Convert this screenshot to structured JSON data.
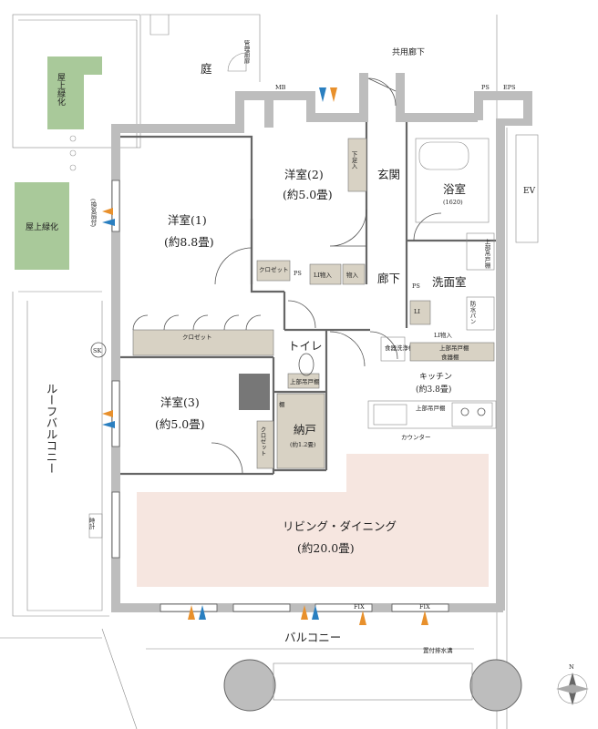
{
  "labels": {
    "rooftop_green_1": "屋上緑化",
    "rooftop_green_2": "屋上緑化",
    "courtyard": "庭",
    "management_door": "管理用扉",
    "common_corridor": "共用廊下",
    "mb": "MB",
    "ps_top": "PS",
    "eps": "EPS",
    "ev": "EV",
    "entrance": "玄関",
    "shoe_storage": "下足入",
    "bath": "浴室",
    "bath_size": "(1620)",
    "western2": "洋室(2)",
    "western2_size": "(約5.0畳)",
    "western1": "洋室(1)",
    "western1_size": "(約8.8畳)",
    "vent": "(換気扇付)",
    "closet1": "クロゼット",
    "closet2": "クロゼット",
    "closet3": "クロゼット",
    "ps_mid": "PS",
    "ps_wash": "PS",
    "li_storage": "LI物入",
    "storage": "物入",
    "hall": "廊下",
    "washroom": "洗面室",
    "li_small": "LI",
    "li_storage2": "LI物入",
    "wash_shelf": "上部吊戸棚",
    "waterproof_pan": "防水パン",
    "toilet": "トイレ",
    "toilet_shelf": "上部吊戸棚",
    "dishwasher": "食器洗浄機",
    "upper_cabinet": "上部吊戸棚",
    "dish_cabinet": "食器棚",
    "kitchen": "キッチン",
    "kitchen_size": "(約3.8畳)",
    "kitchen_upper": "上部吊戸棚",
    "counter": "カウンター",
    "western3": "洋室(3)",
    "western3_size": "(約5.0畳)",
    "shelf": "棚",
    "nando": "納戸",
    "nando_size": "(約1.2畳)",
    "sk": "SK",
    "roof_balcony": "ルーフバルコニー",
    "clock": "時計",
    "living": "リビング・ダイニング",
    "living_size": "(約20.0畳)",
    "fix1": "FIX",
    "fix2": "FIX",
    "balcony": "バルコニー",
    "drain": "置付排水溝",
    "north": "N"
  },
  "colors": {
    "wall": "#bdbdbd",
    "green": "#a9c99a",
    "living_floor": "#f6e6e0",
    "closet": "#d8d2c4",
    "wind_orange": "#e8902c",
    "wind_blue": "#2a7fc0"
  }
}
